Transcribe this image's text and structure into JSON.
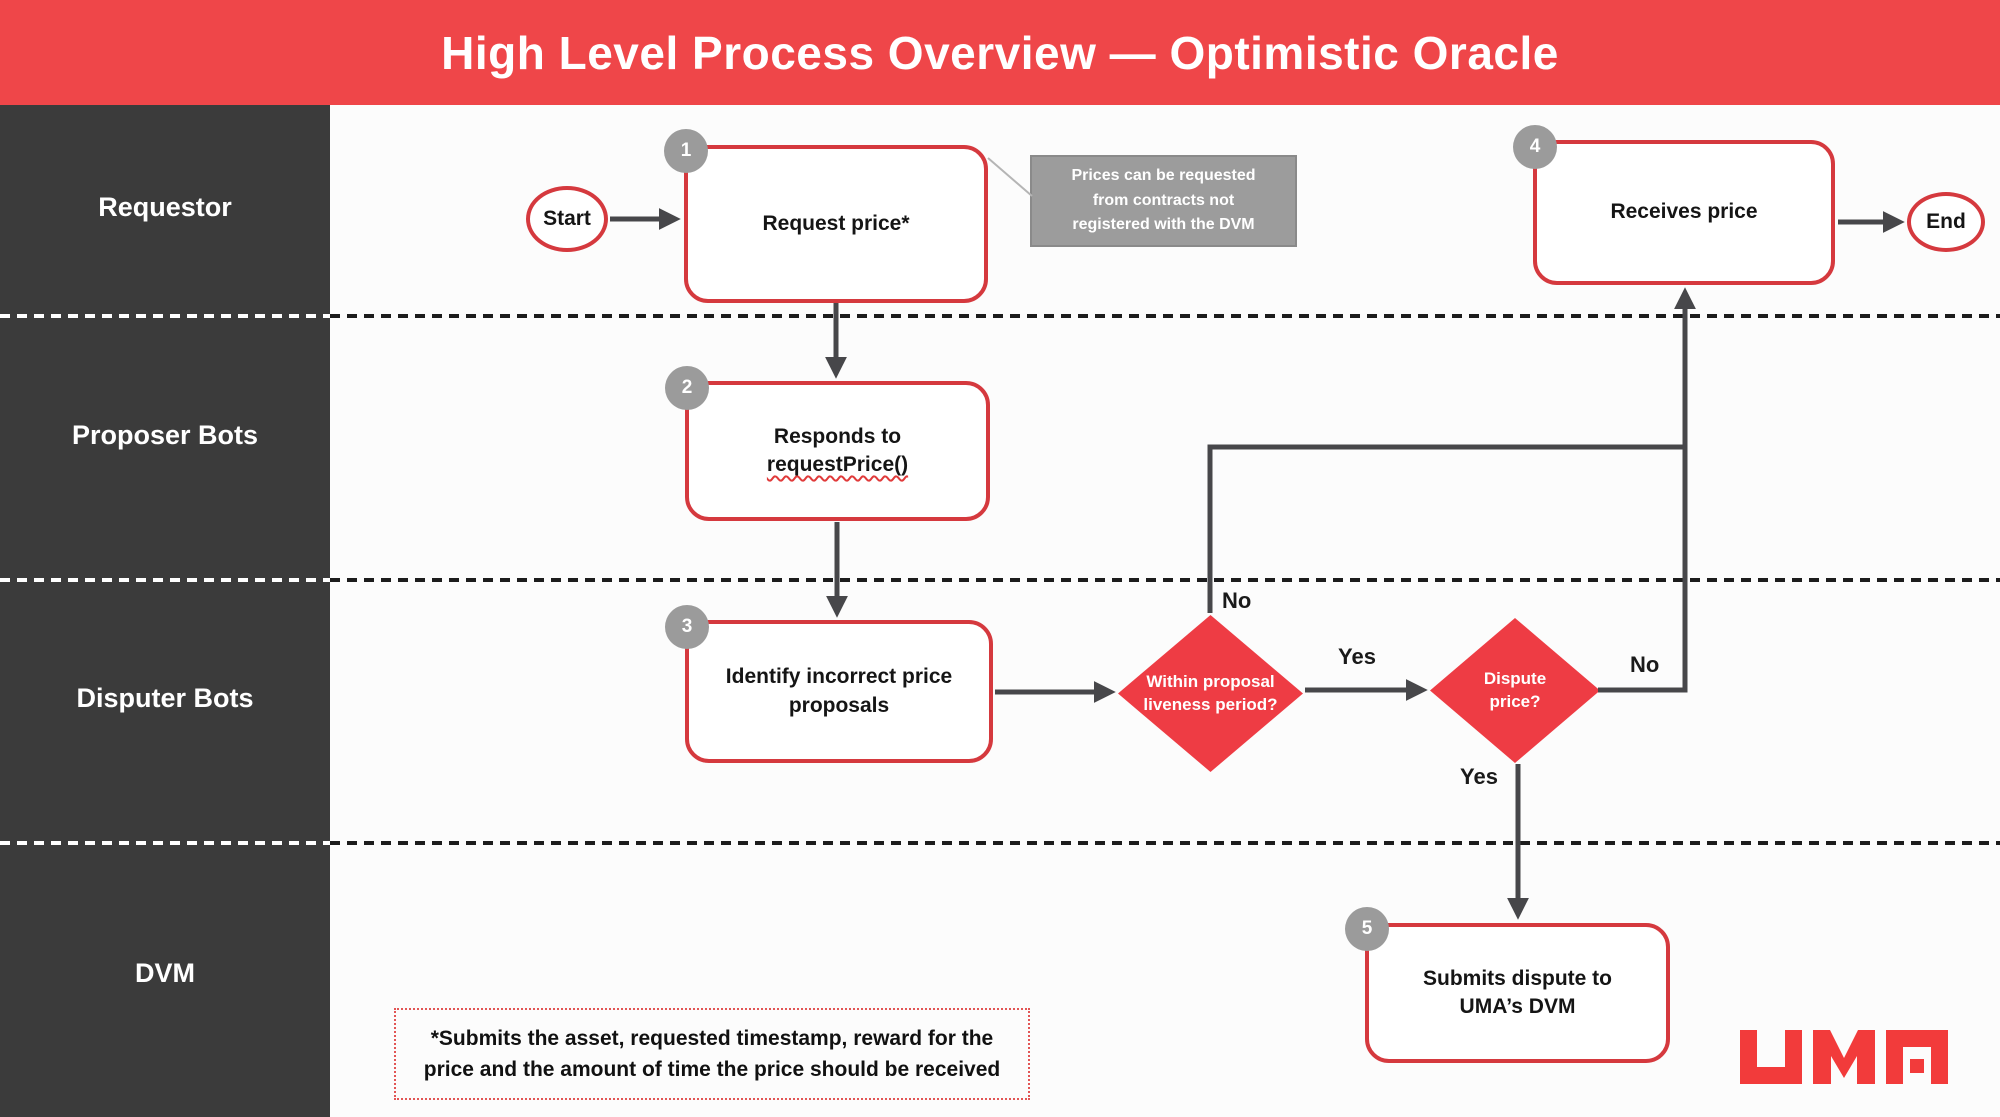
{
  "title": "High Level Process Overview — Optimistic Oracle",
  "lanes": [
    {
      "label": "Requestor"
    },
    {
      "label": "Proposer Bots"
    },
    {
      "label": "Disputer Bots"
    },
    {
      "label": "DVM"
    }
  ],
  "nodes": {
    "start": {
      "label": "Start"
    },
    "end": {
      "label": "End"
    },
    "step1": {
      "badge": "1",
      "label": "Request price*"
    },
    "step2": {
      "badge": "2",
      "line1": "Responds to",
      "line2": "requestPrice()"
    },
    "step3": {
      "badge": "3",
      "line1": "Identify incorrect price",
      "line2": "proposals"
    },
    "step4": {
      "badge": "4",
      "label": "Receives price"
    },
    "step5": {
      "badge": "5",
      "line1": "Submits dispute to",
      "line2": "UMA’s DVM"
    },
    "decision1": {
      "line1": "Within proposal",
      "line2": "liveness period?"
    },
    "decision2": {
      "line1": "Dispute",
      "line2": "price?"
    }
  },
  "edge_labels": {
    "decision1_no": "No",
    "decision1_yes": "Yes",
    "decision2_no": "No",
    "decision2_yes": "Yes"
  },
  "note": {
    "line1": "Prices can be requested",
    "line2": "from contracts not",
    "line3": "registered with the DVM"
  },
  "footnote": {
    "line1": "*Submits the asset, requested timestamp, reward for the",
    "line2": "price and the amount of time the price should be received"
  },
  "brand": "UMA",
  "colors": {
    "header_red": "#EF4649",
    "node_border_red": "#D5393E",
    "diamond_red": "#EE3C44",
    "sidebar_gray": "#3B3B3B",
    "note_gray": "#9C9C9C",
    "badge_gray": "#9B9B9B",
    "arrow_gray": "#47474A",
    "logo_red": "#F23B3B"
  }
}
